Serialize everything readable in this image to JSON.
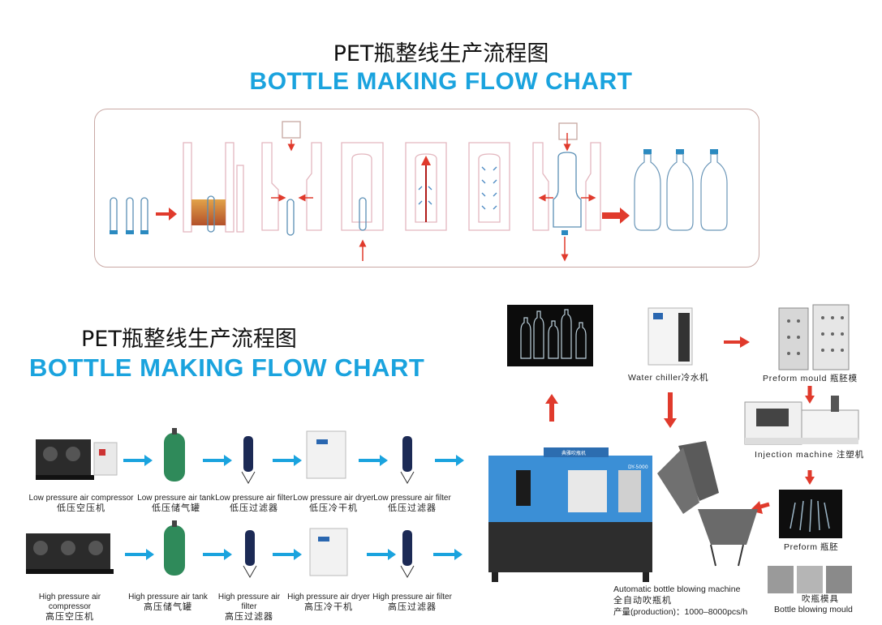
{
  "header": {
    "title_cn": "PET瓶整线生产流程图",
    "title_en": "BOTTLE MAKING FLOW CHART"
  },
  "section2": {
    "title_cn": "PET瓶整线生产流程图",
    "title_en": "BOTTLE MAKING FLOW CHART"
  },
  "low_pressure_row": [
    {
      "en": "Low pressure air compressor",
      "cn": "低压空压机"
    },
    {
      "en": "Low pressure air tank",
      "cn": "低压储气罐"
    },
    {
      "en": "Low pressure air filter",
      "cn": "低压过滤器"
    },
    {
      "en": "Low pressure air dryer",
      "cn": "低压冷干机"
    },
    {
      "en": "Low pressure air filter",
      "cn": "低压过滤器"
    }
  ],
  "high_pressure_row": [
    {
      "en": "High pressure air compressor",
      "cn": "高压空压机"
    },
    {
      "en": "High pressure air tank",
      "cn": "高压储气罐"
    },
    {
      "en": "High pressure air filter",
      "cn": "高压过滤器"
    },
    {
      "en": "High pressure air dryer",
      "cn": "高压冷干机"
    },
    {
      "en": "High pressure air filter",
      "cn": "高压过滤器"
    }
  ],
  "machines": {
    "water_chiller": "Water chiller冷水机",
    "preform_mould": "Preform mould 瓶胚模",
    "injection_machine": "Injection machine 注塑机",
    "preform": "Preform 瓶胚",
    "blow_mould_cn": "吹瓶模具",
    "blow_mould_en": "Bottle blowing mould",
    "blowing_en": "Automatic bottle blowing machine",
    "blowing_cn": "全自动吹瓶机",
    "blowing_prod": "产量(production)：1000–8000pcs/h",
    "machine_plate": "典雅吹瓶机",
    "machine_model": "DY-5000"
  },
  "colors": {
    "accent_blue": "#1aa3de",
    "arrow_red": "#e03a2c",
    "machine_blue": "#3b8fd6"
  }
}
